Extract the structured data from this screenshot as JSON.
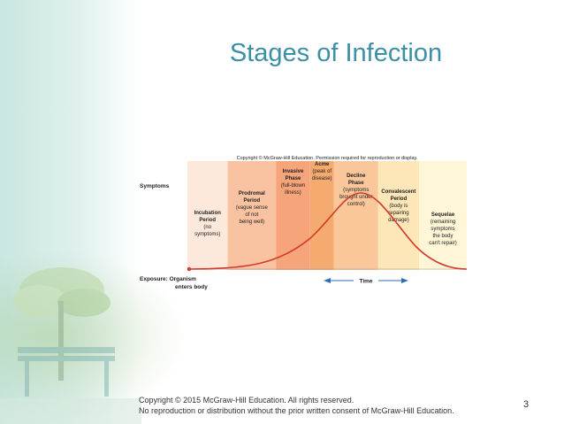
{
  "slide": {
    "title": "Stages of Infection",
    "page_number": "3",
    "footer_line1": "Copyright © 2015 McGraw-Hill Education. All rights reserved.",
    "footer_line2": "No reproduction or distribution without the prior written consent of McGraw-Hill Education."
  },
  "diagram": {
    "copyright": "Copyright © McGraw-Hill Education. Permission required for reproduction or display.",
    "y_label": "Symptoms",
    "exposure_label_1": "Exposure: Organism",
    "exposure_label_2": "enters body",
    "time_label": "Time",
    "stages": [
      {
        "lines": [
          "Incubation",
          "Period",
          "(no",
          "symptoms)"
        ],
        "color": "#fde8dc"
      },
      {
        "lines": [
          "Prodromal",
          "Period",
          "(vague sense",
          "of not",
          "being well)"
        ],
        "color": "#f9c3a1"
      },
      {
        "lines": [
          "Invasive",
          "Phase",
          "(full-blown",
          "illness)"
        ],
        "color": "#f6a47a"
      },
      {
        "lines": [
          "Acme",
          "(peak of",
          "disease)"
        ],
        "color": "#f5aa70"
      },
      {
        "lines": [
          "Decline",
          "Phase",
          "(symptoms",
          "brought under",
          "control)"
        ],
        "color": "#f9c79a"
      },
      {
        "lines": [
          "Convalescent",
          "Period",
          "(body is",
          "repairing",
          "damage)"
        ],
        "color": "#fde6b8"
      },
      {
        "lines": [
          "Sequelae",
          "(remaining",
          "symptoms",
          "the body",
          "can't repair)"
        ],
        "color": "#fff6d8"
      }
    ],
    "colors": {
      "curve": "#d33a2c",
      "arrow": "#2f6fb5",
      "text": "#222222"
    }
  }
}
